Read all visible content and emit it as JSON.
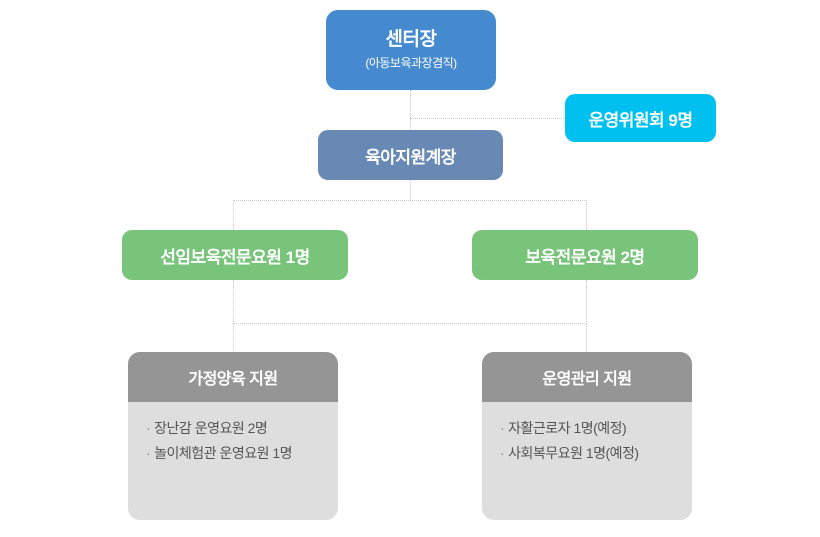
{
  "chart": {
    "type": "org-chart",
    "nodes": {
      "director": {
        "title": "센터장",
        "subtitle": "(아동보육과장겸직)",
        "color": "#4589cf"
      },
      "committee": {
        "title": "운영위원회 9명",
        "color": "#00c0f0"
      },
      "chief": {
        "title": "육아지원계장",
        "color": "#6789b3"
      },
      "staff_left": {
        "title": "선임보육전문요원 1명",
        "color": "#78c47b"
      },
      "staff_right": {
        "title": "보육전문요원 2명",
        "color": "#78c47b"
      }
    },
    "cards": [
      {
        "header": "가정양육 지원",
        "header_color": "#959595",
        "body_color": "#dedede",
        "items": [
          {
            "bullet": "·",
            "text": "장난감 운영요원 2명"
          },
          {
            "bullet": "·",
            "text": "놀이체험관 운영요원 1명"
          }
        ]
      },
      {
        "header": "운영관리 지원",
        "header_color": "#959595",
        "body_color": "#dedede",
        "items": [
          {
            "bullet": "·",
            "text": "자활근로자 1명(예정)"
          },
          {
            "bullet": "·",
            "text": "사회복무요원 1명(예정)"
          }
        ]
      }
    ],
    "connector_color": "#c9c9c9"
  }
}
